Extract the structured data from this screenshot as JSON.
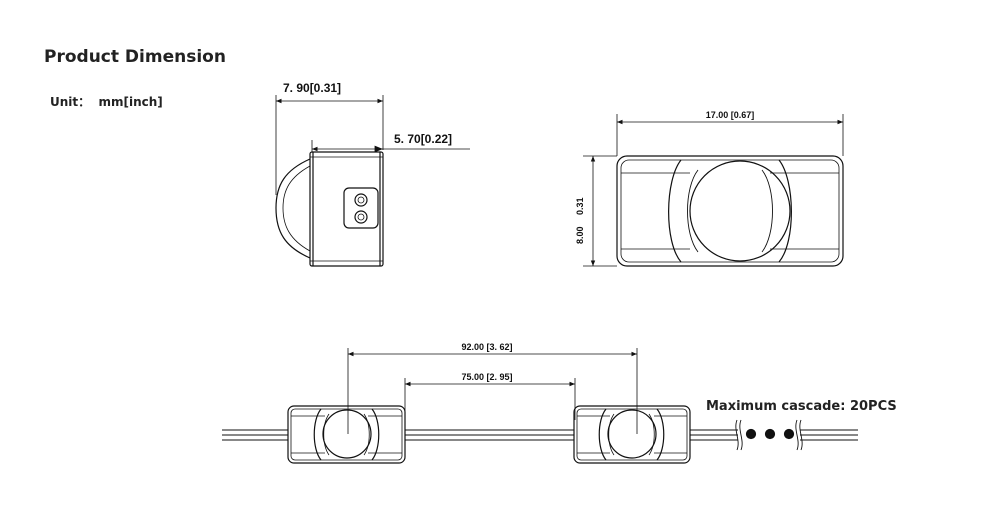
{
  "heading": "Product Dimension",
  "unit_label": "Unit：  mm[inch]",
  "side_view": {
    "depth_dim": "7. 90[0.31]",
    "body_dim": "5. 70[0.22]"
  },
  "top_view": {
    "width_dim": "17.00 [0.67]",
    "height_mm": "8.00",
    "height_in": "0.31"
  },
  "cascade": {
    "pitch_dim": "92.00 [3. 62]",
    "gap_dim": "75.00 [2. 95]",
    "max_label": "Maximum cascade: 20PCS"
  }
}
